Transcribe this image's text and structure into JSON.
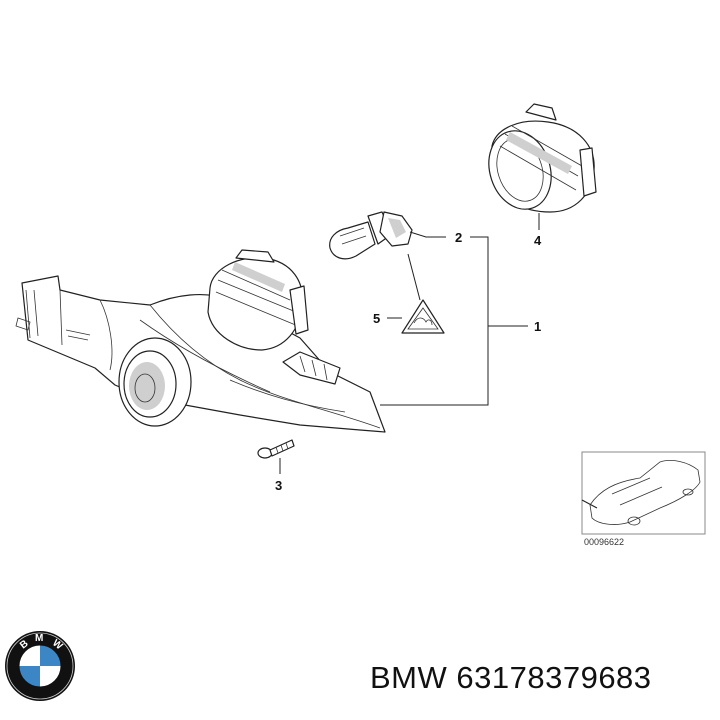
{
  "callouts": {
    "c1": "1",
    "c2": "2",
    "c3": "3",
    "c4": "4",
    "c5": "5"
  },
  "inset": {
    "code": "00096622"
  },
  "footer": {
    "brand": "BMW",
    "part_number": "63178379683"
  },
  "logo": {
    "letters": "BMW",
    "colors": {
      "ring": "#111111",
      "blue": "#3d86c6",
      "white": "#ffffff"
    }
  }
}
